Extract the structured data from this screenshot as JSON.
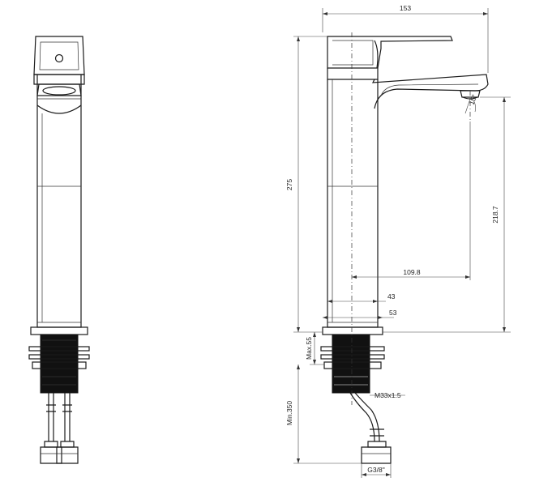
{
  "dimensions": {
    "overall_width": "153",
    "overall_height": "275",
    "outlet_height": "218.7",
    "spout_reach": "109.8",
    "body_width_small": "43",
    "body_width_large": "53",
    "max_thickness": "Max.55",
    "min_length": "Min.350",
    "thread": "M33x1.5",
    "connection": "G3/8\"",
    "angle": "15°"
  },
  "colors": {
    "line": "#1a1a1a",
    "fill_dark": "#111111",
    "background": "#ffffff"
  }
}
